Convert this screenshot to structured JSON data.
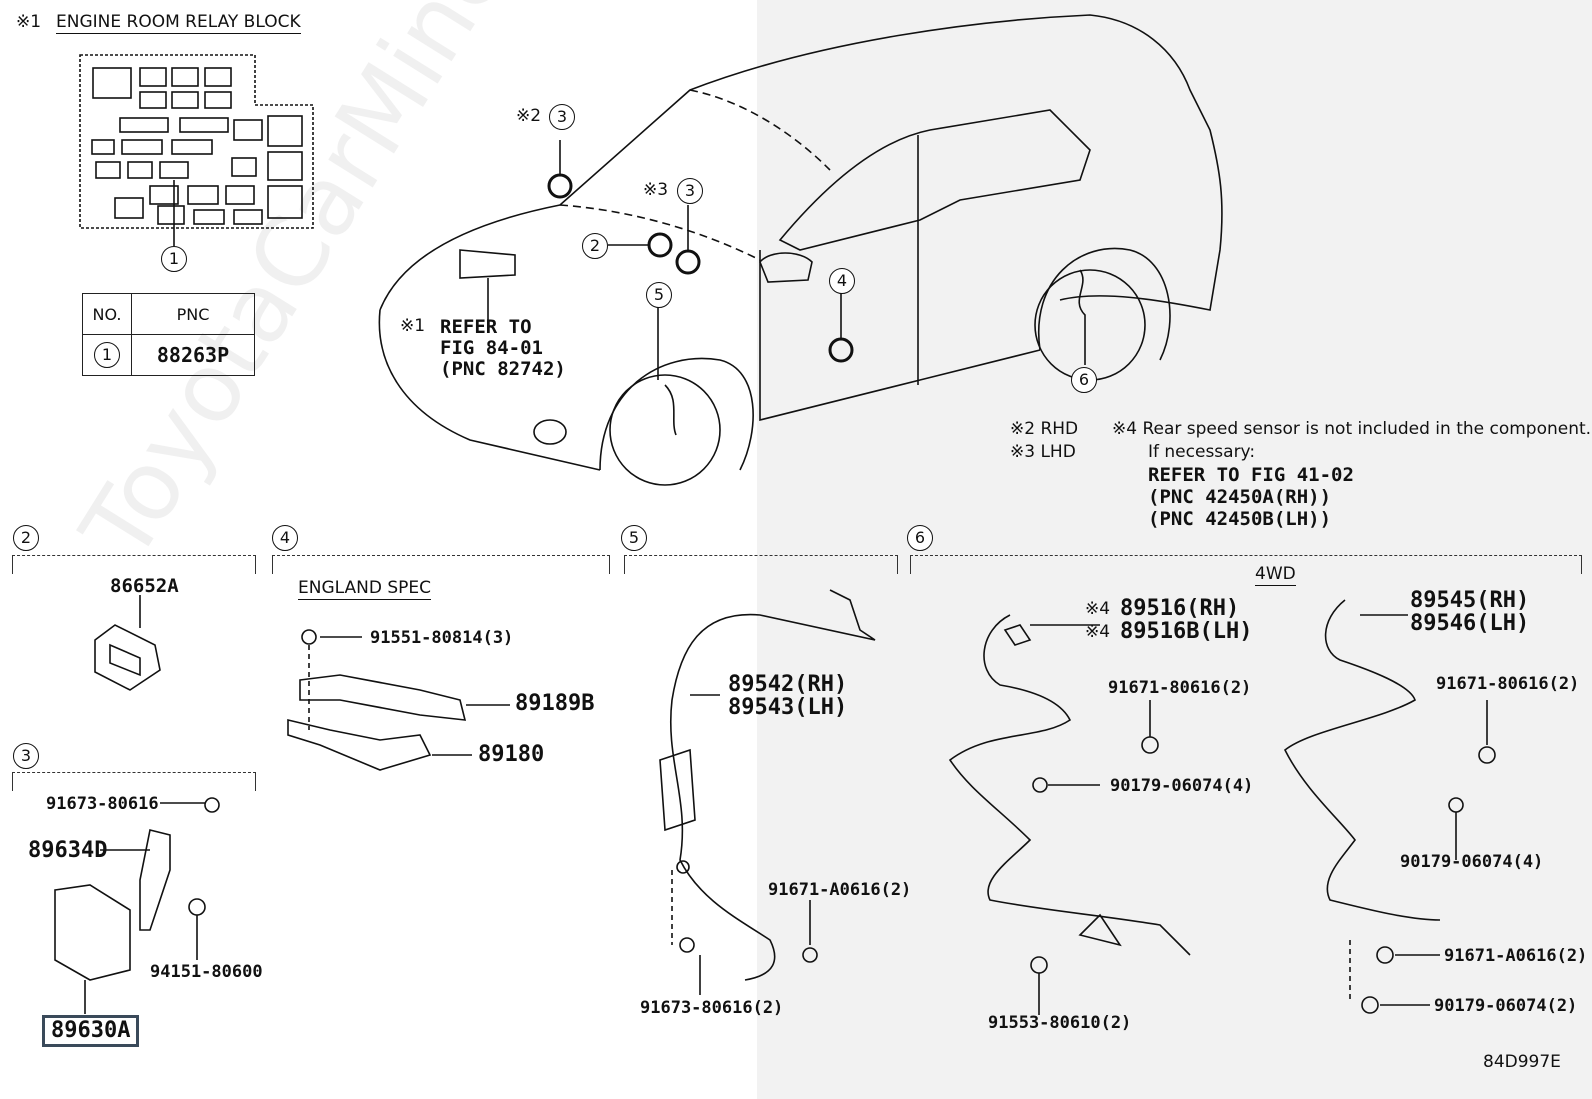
{
  "relay_block": {
    "note_mark": "※1",
    "title": "ENGINE ROOM RELAY BLOCK",
    "callout": "1",
    "table": {
      "headers": [
        "NO.",
        "PNC"
      ],
      "rows": [
        {
          "no": "1",
          "pnc": "88263P"
        }
      ]
    }
  },
  "vehicle": {
    "callouts": {
      "c3a": "3",
      "c3a_mark": "※2",
      "c3b": "3",
      "c3b_mark": "※3",
      "c2": "2",
      "c4": "4",
      "c5": "5",
      "c6": "6"
    },
    "refer_mark": "※1",
    "refer_lines": [
      "REFER TO",
      "FIG 84-01",
      "(PNC 82742)"
    ]
  },
  "notes": {
    "rhd": "※2 RHD",
    "lhd": "※3 LHD",
    "rear_sensor": "※4 Rear speed sensor is not included in the component.",
    "if_necessary": "If necessary:",
    "refer_lines": [
      "REFER TO FIG 41-02",
      "(PNC 42450A(RH))",
      "(PNC 42450B(LH))"
    ]
  },
  "sections": {
    "s2": {
      "num": "2",
      "parts": {
        "p1": "86652A"
      }
    },
    "s3": {
      "num": "3",
      "parts": {
        "bolt": "91673-80616",
        "bracket": "89634D",
        "nut": "94151-80600",
        "ecu": "89630A"
      }
    },
    "s4": {
      "num": "4",
      "spec": "ENGLAND SPEC",
      "parts": {
        "bolt": "91551-80814(3)",
        "cover1": "89189B",
        "cover2": "89180"
      }
    },
    "s5": {
      "num": "5",
      "parts": {
        "sensor_rh": "89542(RH)",
        "sensor_lh": "89543(LH)",
        "bolt1": "91671-A0616(2)",
        "bolt2": "91673-80616(2)"
      }
    },
    "s6": {
      "num": "6",
      "variant": "4WD",
      "left": {
        "mark": "※4",
        "rh": "89516(RH)",
        "lh": "89516B(LH)",
        "bolt": "91671-80616(2)",
        "clip": "90179-06074(4)",
        "bolt2": "91553-80610(2)"
      },
      "right": {
        "rh": "89545(RH)",
        "lh": "89546(LH)",
        "bolt": "91671-80616(2)",
        "clip": "90179-06074(4)",
        "bolt2": "91671-A0616(2)",
        "clip2": "90179-06074(2)"
      }
    }
  },
  "figure_code": "84D997E",
  "watermark": "ToyotaCarMine.ru"
}
